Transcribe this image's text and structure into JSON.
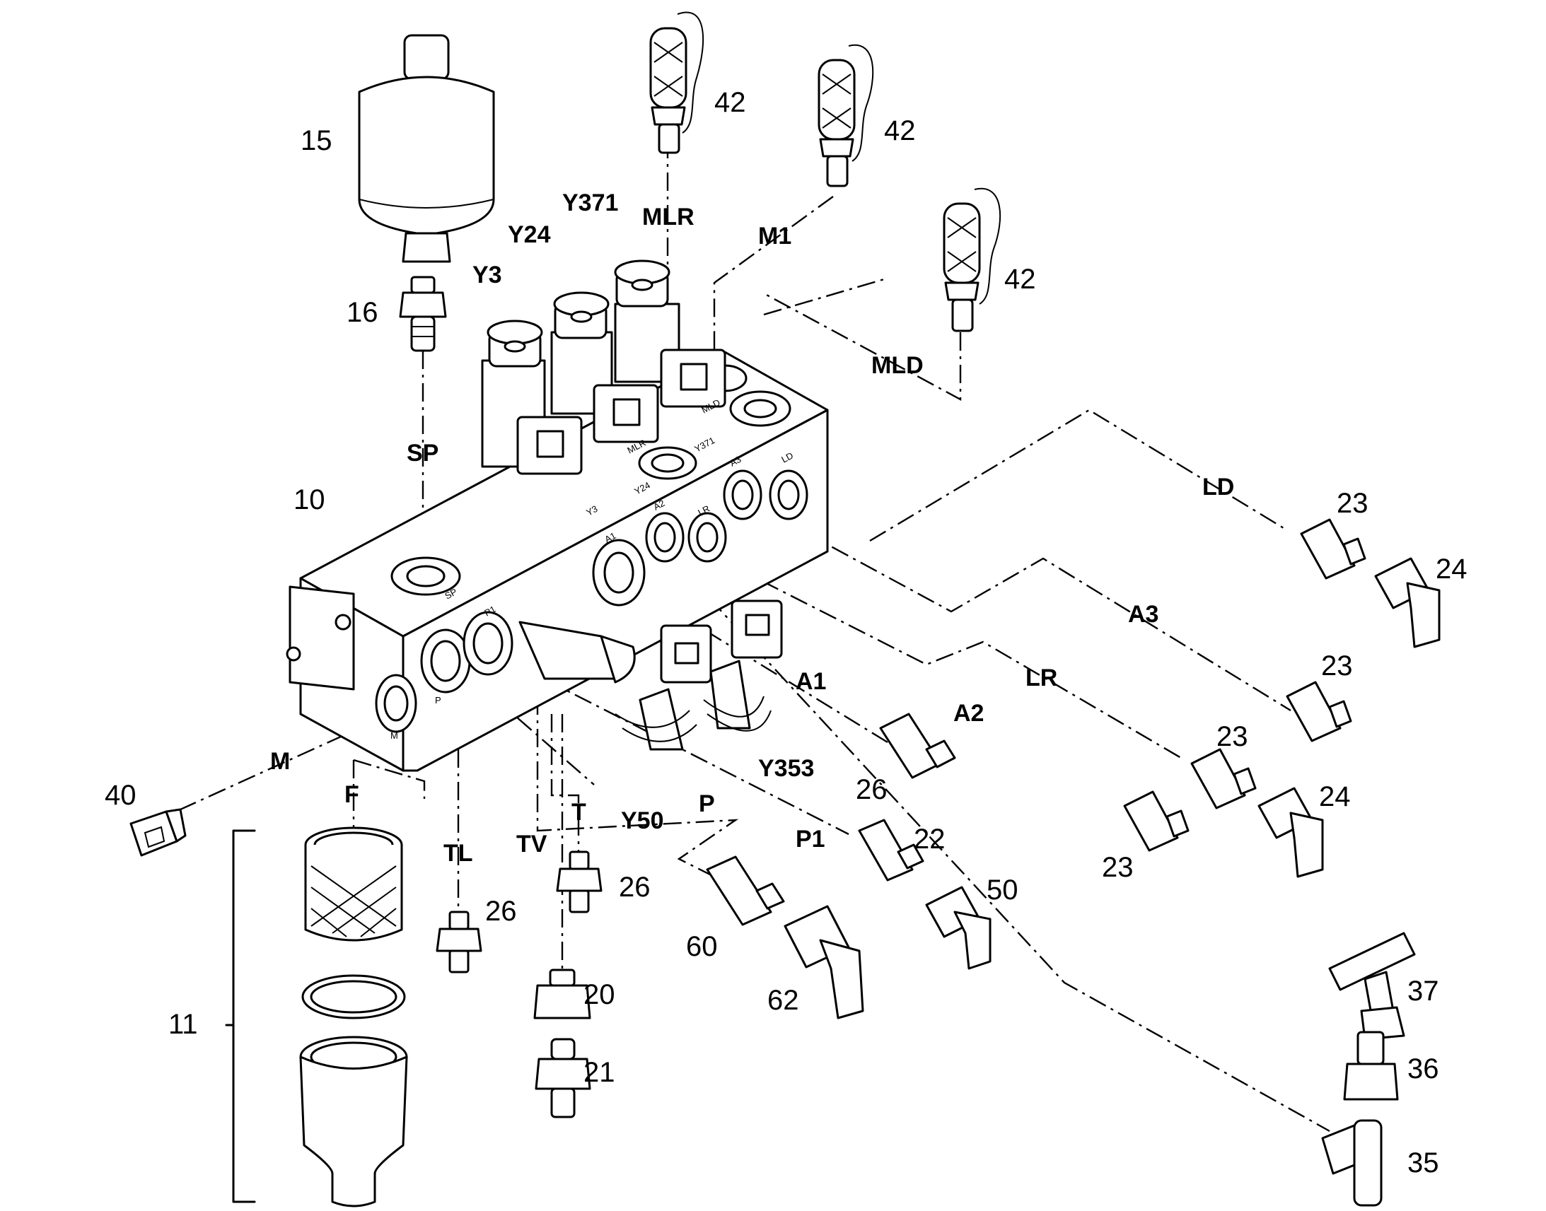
{
  "part_numbers": {
    "p10": "10",
    "p11": "11",
    "p15": "15",
    "p16": "16",
    "p20": "20",
    "p21": "21",
    "p22": "22",
    "p23a": "23",
    "p23b": "23",
    "p23c": "23",
    "p23d": "23",
    "p24a": "24",
    "p24b": "24",
    "p26a": "26",
    "p26b": "26",
    "p26c": "26",
    "p35": "35",
    "p36": "36",
    "p37": "37",
    "p40": "40",
    "p42a": "42",
    "p42b": "42",
    "p42c": "42",
    "p50": "50",
    "p60": "60",
    "p62": "62"
  },
  "port_labels": {
    "SP": "SP",
    "Y3": "Y3",
    "Y24": "Y24",
    "Y371": "Y371",
    "MLR": "MLR",
    "M1": "M1",
    "MLD": "MLD",
    "LD": "LD",
    "A3": "A3",
    "LR": "LR",
    "A1": "A1",
    "A2": "A2",
    "Y353": "Y353",
    "Y50": "Y50",
    "M": "M",
    "F": "F",
    "TL": "TL",
    "TV": "TV",
    "T": "T",
    "P": "P",
    "P1": "P1"
  },
  "block_engravings": {
    "a1": "A1",
    "a2": "A2",
    "lr": "LR",
    "a3": "A3",
    "ld": "LD",
    "y3": "Y3",
    "y24": "Y24",
    "y371": "Y371",
    "mlr": "MLR",
    "mld": "MLD",
    "sp": "SP",
    "p": "P",
    "p1": "P1",
    "m": "M"
  }
}
